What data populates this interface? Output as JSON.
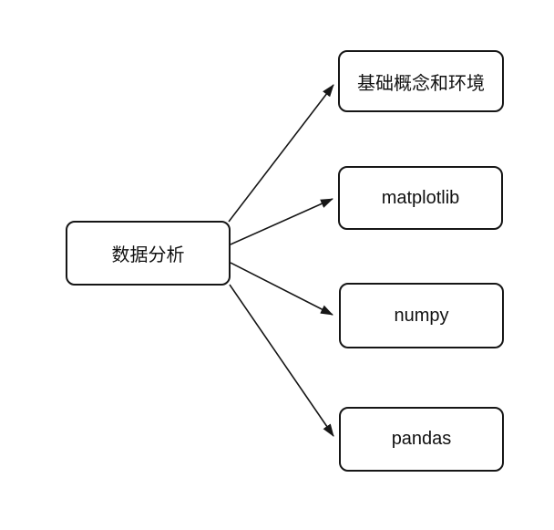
{
  "diagram": {
    "root": {
      "label": "数据分析"
    },
    "children": [
      {
        "label": "基础概念和环境"
      },
      {
        "label": "matplotlib"
      },
      {
        "label": "numpy"
      },
      {
        "label": "pandas"
      }
    ],
    "edges": [
      {
        "from": "数据分析",
        "to": "基础概念和环境"
      },
      {
        "from": "数据分析",
        "to": "matplotlib"
      },
      {
        "from": "数据分析",
        "to": "numpy"
      },
      {
        "from": "数据分析",
        "to": "pandas"
      }
    ]
  },
  "colors": {
    "background": "#ffffff",
    "node_fill": "#ffffff",
    "stroke": "#161616",
    "text": "#111111"
  }
}
